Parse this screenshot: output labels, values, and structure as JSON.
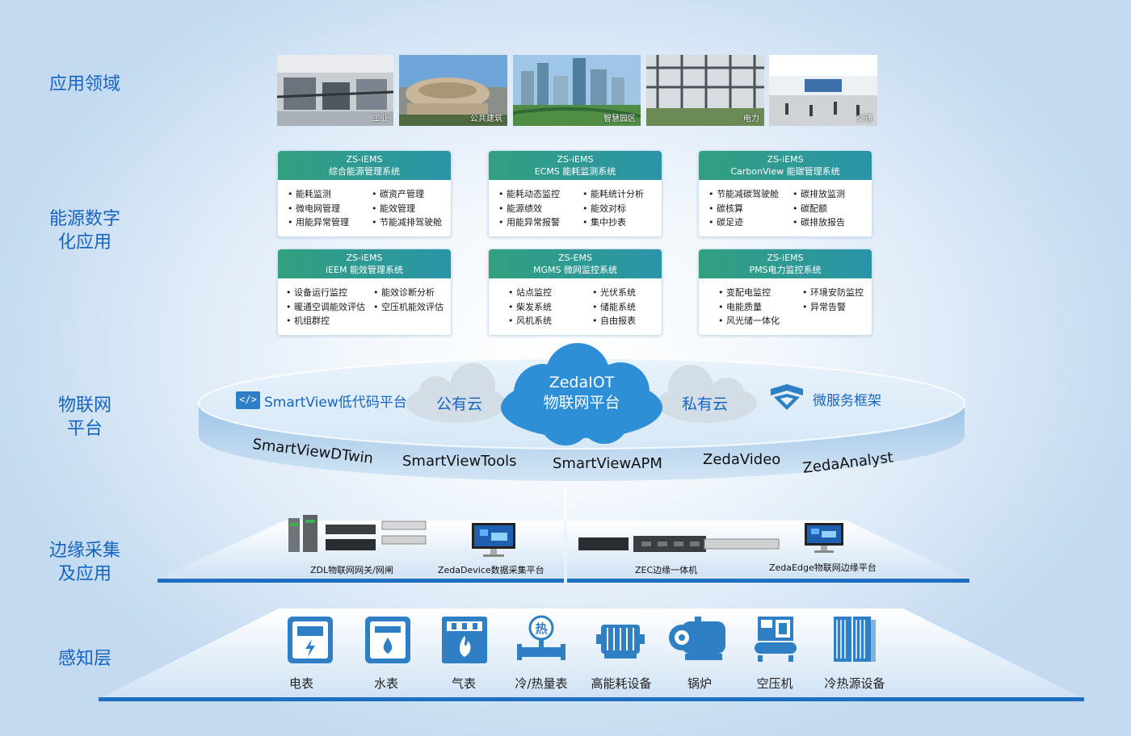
{
  "layers": {
    "app_domain": [
      "应用领域"
    ],
    "energy_digital": [
      "能源数字",
      "化应用"
    ],
    "iot_platform": [
      "物联网",
      "平台"
    ],
    "edge": [
      "边缘采集",
      "及应用"
    ],
    "perception": [
      "感知层"
    ]
  },
  "photos": [
    {
      "caption": "工业",
      "icon": "factory-photo"
    },
    {
      "caption": "公共建筑",
      "icon": "building-photo"
    },
    {
      "caption": "智慧园区",
      "icon": "city-photo"
    },
    {
      "caption": "电力",
      "icon": "substation-photo"
    },
    {
      "caption": "交通",
      "icon": "station-photo"
    }
  ],
  "cards": [
    {
      "brand": "ZS-iEMS",
      "title": "综合能源管理系统",
      "items": [
        "能耗监测",
        "碳资产管理",
        "微电网管理",
        "能效管理",
        "用能异常管理",
        "节能减排驾驶舱"
      ]
    },
    {
      "brand": "ZS-iEMS",
      "title": "ECMS 能耗监测系统",
      "items": [
        "能耗动态监控",
        "能耗统计分析",
        "能源绩效",
        "能效对标",
        "用能异常报警",
        "集中抄表"
      ]
    },
    {
      "brand": "ZS-iEMS",
      "title": "CarbonView 能碳管理系统",
      "items": [
        "节能减碳驾驶舱",
        "碳排放监测",
        "碳核算",
        "碳配额",
        "碳足迹",
        "碳排放报告"
      ]
    },
    {
      "brand": "ZS-iEMS",
      "title": "iEEM 能效管理系统",
      "items": [
        "设备运行监控",
        "能效诊断分析",
        "暖通空调能效评估",
        "空压机能效评估",
        "机组群控"
      ]
    },
    {
      "brand": "ZS-EMS",
      "title": "MGMS 微网监控系统",
      "items": [
        "站点监控",
        "光伏系统",
        "柴发系统",
        "储能系统",
        "风机系统",
        "自由报表"
      ]
    },
    {
      "brand": "ZS-iEMS",
      "title": "PMS电力监控系统",
      "items": [
        "变配电监控",
        "环境安防监控",
        "电能质量",
        "异常告警",
        "风光储一体化"
      ]
    }
  ],
  "platform": {
    "smartview": "SmartView低代码平台",
    "public_cloud": "公有云",
    "zedaiot": [
      "ZedaIOT",
      "物联网平台"
    ],
    "private_cloud": "私有云",
    "microservice": "微服务框架",
    "modules": [
      "SmartViewDTwin",
      "SmartViewTools",
      "SmartViewAPM",
      "ZedaVideo",
      "ZedaAnalyst"
    ]
  },
  "edge": {
    "items": [
      "ZDL物联网网关/网闸",
      "ZedaDevice数据采集平台",
      "ZEC边缘一体机",
      "ZedaEdge物联网边缘平台"
    ]
  },
  "sensors": [
    {
      "label": "电表",
      "icon": "electric-meter-icon"
    },
    {
      "label": "水表",
      "icon": "water-meter-icon"
    },
    {
      "label": "气表",
      "icon": "gas-meter-icon"
    },
    {
      "label": "冷/热量表",
      "icon": "heat-meter-icon"
    },
    {
      "label": "高能耗设备",
      "icon": "motor-icon"
    },
    {
      "label": "锅炉",
      "icon": "boiler-icon"
    },
    {
      "label": "空压机",
      "icon": "air-compressor-icon"
    },
    {
      "label": "冷热源设备",
      "icon": "hvac-unit-icon"
    }
  ],
  "colors": {
    "accent": "#1565c0",
    "card_head_start": "#32a07e",
    "card_head_end": "#2b94a9",
    "icon_blue": "#2e7fc4",
    "cloud": "#2f8fd6"
  }
}
